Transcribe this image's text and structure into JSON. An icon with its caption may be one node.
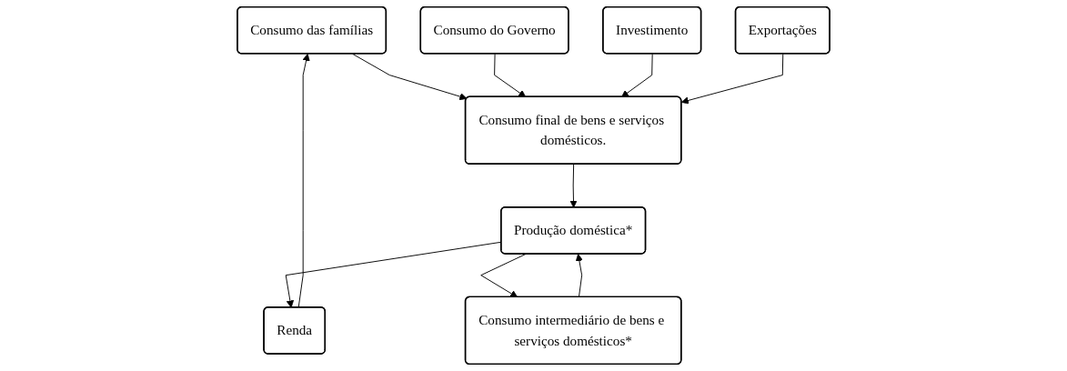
{
  "diagram": {
    "nodes": [
      {
        "text": [
          "Consumo das famílias"
        ]
      },
      {
        "text": [
          "Consumo do Governo"
        ]
      },
      {
        "text": [
          "Investimento"
        ]
      },
      {
        "text": [
          "Exportações"
        ]
      },
      {
        "text": [
          "Consumo final de bens e serviços domésticos."
        ]
      },
      {
        "text": [
          "Renda"
        ]
      },
      {
        "text": [
          "Produção doméstica*"
        ]
      },
      {
        "text": [
          "Consumo intermediário de bens e serviços domésticos*"
        ]
      }
    ],
    "edges": [
      {
        "from": 0,
        "to": 4,
        "arrow": "to"
      },
      {
        "from": 1,
        "to": 4,
        "arrow": "to"
      },
      {
        "from": 2,
        "to": 4,
        "arrow": "to"
      },
      {
        "from": 3,
        "to": 4,
        "arrow": "to"
      },
      {
        "from": 4,
        "to": 6,
        "arrow": "to"
      },
      {
        "from": 6,
        "to": 5,
        "arrow": "to"
      },
      {
        "from": 5,
        "to": 0,
        "arrow": "to"
      },
      {
        "from": 7,
        "to": 6,
        "arrow": "to"
      },
      {
        "from": 6,
        "to": 7,
        "arrow": "to"
      }
    ]
  }
}
